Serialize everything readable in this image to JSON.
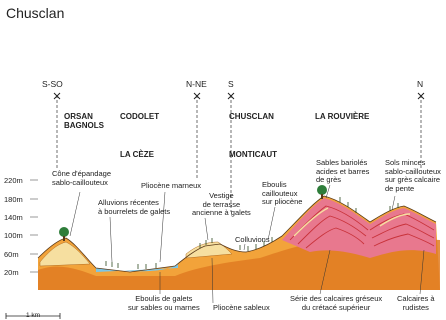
{
  "title": "Chusclan",
  "directions": {
    "ss_o": "S-SO",
    "nne": "N-NE",
    "s": "S",
    "n": "N"
  },
  "places": {
    "orsan_bagnols": "ORSAN\nBAGNOLS",
    "codolet": "CODOLET",
    "la_ceze": "LA CÈZE",
    "chusclan": "CHUSCLAN",
    "monticaut": "MONTICAUT",
    "la_rouviere": "LA ROUVIÈRE"
  },
  "altitudes": [
    "220m",
    "180m",
    "140m",
    "100m",
    "60m",
    "20m"
  ],
  "annotations": {
    "cone": "Cône d'épandage\nsablo-caillouteux",
    "alluvions": "Alluvions récentes\nà bourrelets de galets",
    "pliocene_marneux": "Pliocène marneux",
    "vestige": "Vestige\nde terrasse\nancienne à galets",
    "eboulis_caill": "Eboulis\ncaillouteux\nsur pliocène",
    "colluvions": "Colluvions",
    "sables_bariolés": "Sables bariolés\nacides et barres\nde grès",
    "sols_minces": "Sols minces\nsablo-caillouteux\nsur grès calcaire\nde pente",
    "eboulis_galets": "Eboulis de galets\nsur sables ou marnes",
    "pliocene_sableux": "Pliocène sableux",
    "serie_calcaires": "Série des calcaires gréseux\ndu crétacé supérieur",
    "calcaires_rudistes": "Calcaires à\nrudistes"
  },
  "scale_label": "1 km",
  "colors": {
    "orange": "#f2a33a",
    "orange_dark": "#e07b22",
    "pink": "#e8788e",
    "cream": "#f6dfa0",
    "red": "#c8323a",
    "blue": "#7cc6e6",
    "green": "#2e7d3a"
  }
}
